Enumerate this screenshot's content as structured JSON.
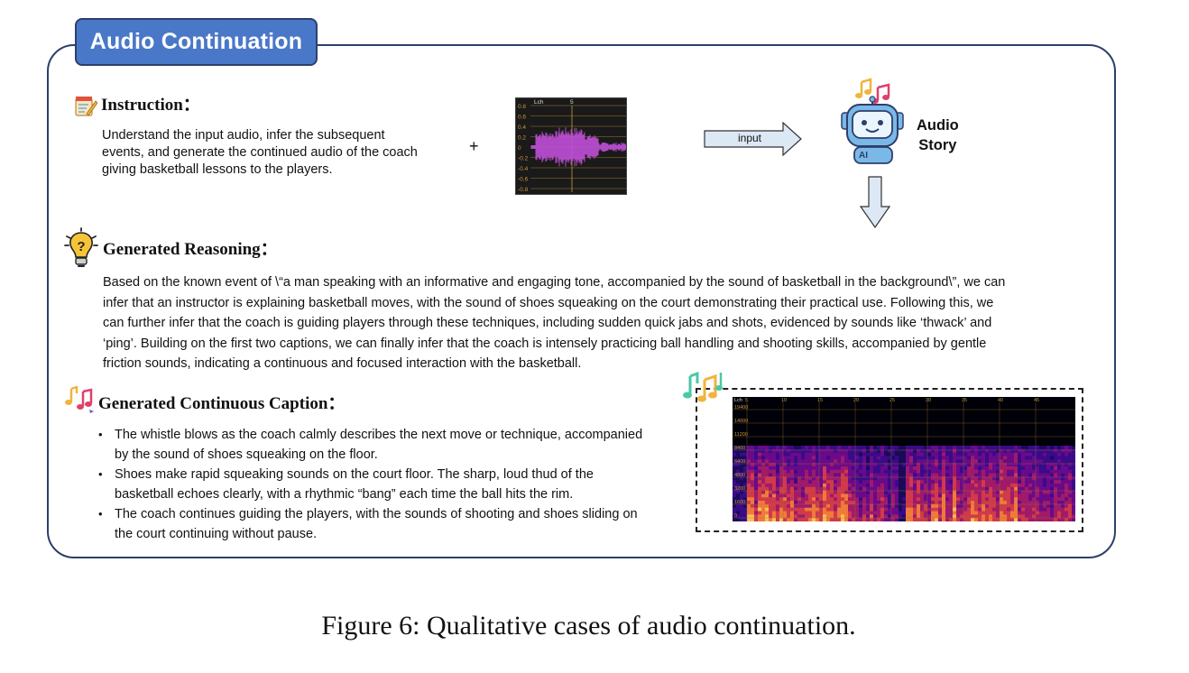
{
  "header": {
    "title": "Audio Continuation"
  },
  "instruction": {
    "heading": "Instruction：",
    "lines": [
      "Understand the input audio, infer the subsequent",
      "events, and generate the continued audio of the coach",
      "giving basketball lessons to the players."
    ],
    "plus": "+"
  },
  "pipeline": {
    "arrow_label": "input",
    "model_line1": "Audio",
    "model_line2": "Story",
    "robot_badge": "AI"
  },
  "waveform": {
    "channel_label": "Lch",
    "marker": "5",
    "axis_ticks": [
      "0.8",
      "0.6",
      "0.4",
      "0.2",
      "0",
      "-0.2",
      "-0.4",
      "-0.6",
      "-0.8"
    ]
  },
  "reasoning": {
    "heading": "Generated Reasoning：",
    "lines": [
      "Based on the known event of \\“a man speaking with an informative and engaging tone, accompanied by the sound of basketball in the background\\”, we can",
      "infer that an instructor is explaining basketball moves, with the sound of shoes squeaking on the court demonstrating their practical use. Following this, we",
      "can further infer that the coach is guiding players through these techniques, including sudden quick jabs and shots, evidenced by sounds like ‘thwack’ and",
      "‘ping’. Building on the first two captions, we can finally infer that the coach is intensely practicing ball handling and shooting skills, accompanied by gentle",
      "friction sounds, indicating a continuous and focused interaction with the basketball."
    ]
  },
  "caption": {
    "heading": "Generated Continuous Caption：",
    "items": [
      {
        "line1": "The whistle blows as the coach calmly describes the next move or technique, accompanied",
        "line2": "by the sound of shoes squeaking on the floor."
      },
      {
        "line1": "Shoes make rapid squeaking sounds on the court floor. The sharp, loud thud of the",
        "line2": "basketball echoes clearly, with a rhythmic “bang” each time the ball hits the rim."
      },
      {
        "line1": "The coach continues guiding the players, with the sounds of shooting and shoes sliding on",
        "line2": "the court continuing without pause."
      }
    ]
  },
  "spectrogram": {
    "channel_label": "Lch",
    "time_ticks": [
      "5",
      "10",
      "15",
      "20",
      "25",
      "30",
      "35",
      "40",
      "45"
    ],
    "freq_ticks": [
      "19400",
      "14000",
      "11200",
      "8400",
      "6400",
      "4800",
      "3200",
      "1600",
      "0"
    ]
  },
  "figure_caption": "Figure 6: Qualitative cases of audio continuation.",
  "colors": {
    "accent": "#4a78c8",
    "frame": "#2d3f6a",
    "waveform": "#c04fd8",
    "arrow_fill": "#dde8f5"
  }
}
